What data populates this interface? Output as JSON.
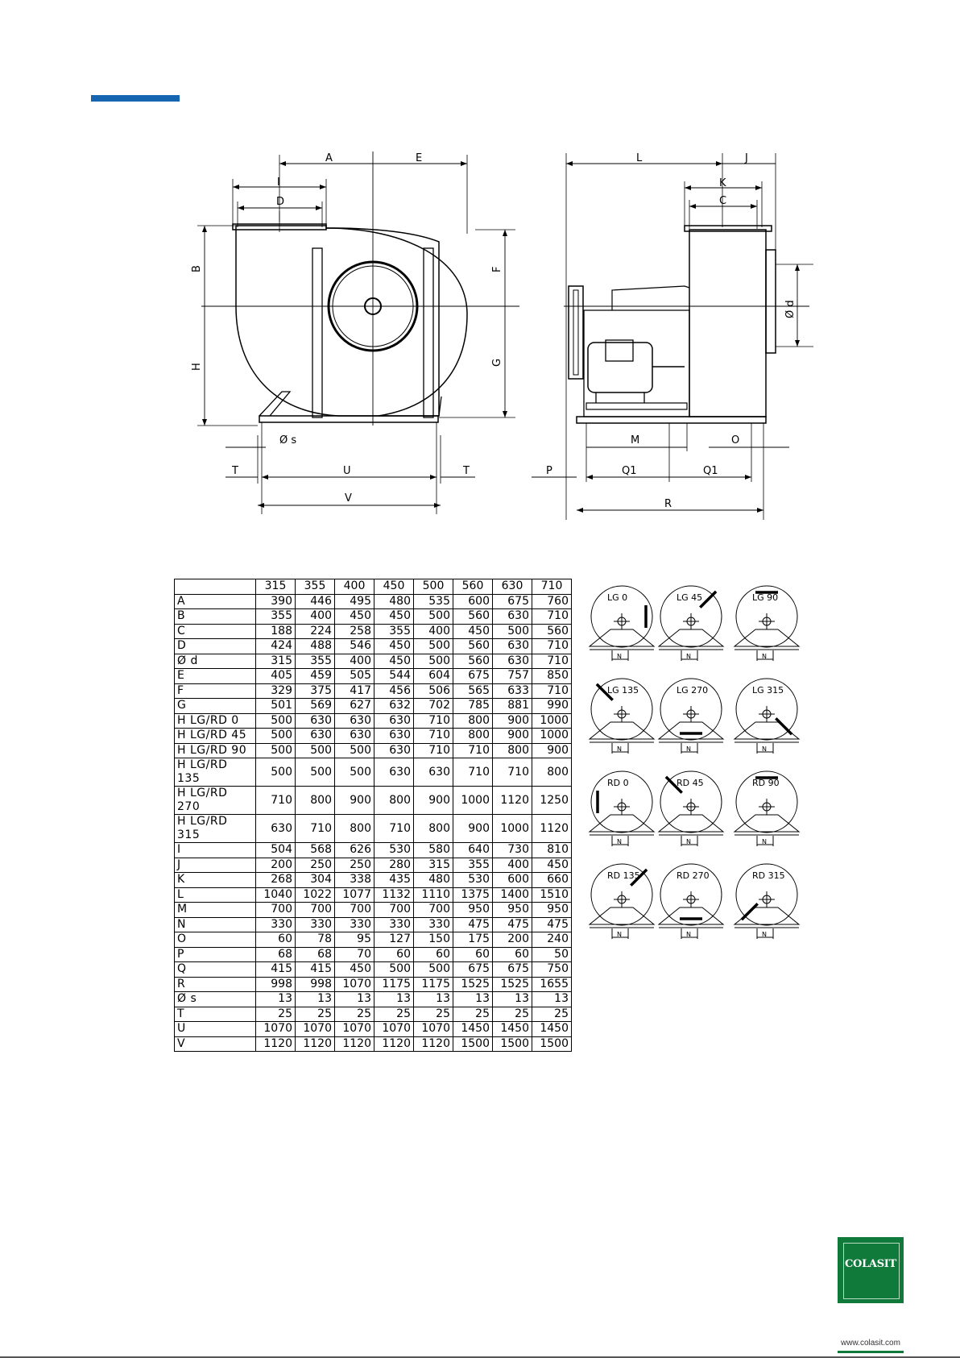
{
  "drawing": {
    "front_labels": {
      "A": "A",
      "E": "E",
      "I": "I",
      "D": "D",
      "B": "B",
      "H": "H",
      "F": "F",
      "G": "G",
      "s": "Ø s",
      "T_left": "T",
      "U": "U",
      "T_right": "T",
      "V": "V"
    },
    "side_labels": {
      "L": "L",
      "J": "J",
      "K": "K",
      "C": "C",
      "d": "Ø d",
      "M": "M",
      "O": "O",
      "P": "P",
      "Q1_left": "Q1",
      "Q1_right": "Q1",
      "R": "R"
    }
  },
  "table": {
    "sizes": [
      "315",
      "355",
      "400",
      "450",
      "500",
      "560",
      "630",
      "710"
    ],
    "rows": [
      {
        "label": "A",
        "values": [
          "390",
          "446",
          "495",
          "480",
          "535",
          "600",
          "675",
          "760"
        ]
      },
      {
        "label": "B",
        "values": [
          "355",
          "400",
          "450",
          "450",
          "500",
          "560",
          "630",
          "710"
        ]
      },
      {
        "label": "C",
        "values": [
          "188",
          "224",
          "258",
          "355",
          "400",
          "450",
          "500",
          "560"
        ]
      },
      {
        "label": "D",
        "values": [
          "424",
          "488",
          "546",
          "450",
          "500",
          "560",
          "630",
          "710"
        ]
      },
      {
        "label": "Ø d",
        "values": [
          "315",
          "355",
          "400",
          "450",
          "500",
          "560",
          "630",
          "710"
        ]
      },
      {
        "label": "E",
        "values": [
          "405",
          "459",
          "505",
          "544",
          "604",
          "675",
          "757",
          "850"
        ]
      },
      {
        "label": "F",
        "values": [
          "329",
          "375",
          "417",
          "456",
          "506",
          "565",
          "633",
          "710"
        ]
      },
      {
        "label": "G",
        "values": [
          "501",
          "569",
          "627",
          "632",
          "702",
          "785",
          "881",
          "990"
        ]
      },
      {
        "label": "H LG/RD 0",
        "values": [
          "500",
          "630",
          "630",
          "630",
          "710",
          "800",
          "900",
          "1000"
        ]
      },
      {
        "label": "H LG/RD 45",
        "values": [
          "500",
          "630",
          "630",
          "630",
          "710",
          "800",
          "900",
          "1000"
        ]
      },
      {
        "label": "H LG/RD 90",
        "values": [
          "500",
          "500",
          "500",
          "630",
          "710",
          "710",
          "800",
          "900"
        ]
      },
      {
        "label": "H LG/RD 135",
        "values": [
          "500",
          "500",
          "500",
          "630",
          "630",
          "710",
          "710",
          "800"
        ]
      },
      {
        "label": "H LG/RD 270",
        "values": [
          "710",
          "800",
          "900",
          "800",
          "900",
          "1000",
          "1120",
          "1250"
        ]
      },
      {
        "label": "H LG/RD 315",
        "values": [
          "630",
          "710",
          "800",
          "710",
          "800",
          "900",
          "1000",
          "1120"
        ]
      },
      {
        "label": "I",
        "values": [
          "504",
          "568",
          "626",
          "530",
          "580",
          "640",
          "730",
          "810"
        ]
      },
      {
        "label": "J",
        "values": [
          "200",
          "250",
          "250",
          "280",
          "315",
          "355",
          "400",
          "450"
        ]
      },
      {
        "label": "K",
        "values": [
          "268",
          "304",
          "338",
          "435",
          "480",
          "530",
          "600",
          "660"
        ]
      },
      {
        "label": "L",
        "values": [
          "1040",
          "1022",
          "1077",
          "1132",
          "1110",
          "1375",
          "1400",
          "1510"
        ]
      },
      {
        "label": "M",
        "values": [
          "700",
          "700",
          "700",
          "700",
          "700",
          "950",
          "950",
          "950"
        ]
      },
      {
        "label": "N",
        "values": [
          "330",
          "330",
          "330",
          "330",
          "330",
          "475",
          "475",
          "475"
        ]
      },
      {
        "label": "O",
        "values": [
          "60",
          "78",
          "95",
          "127",
          "150",
          "175",
          "200",
          "240"
        ]
      },
      {
        "label": "P",
        "values": [
          "68",
          "68",
          "70",
          "60",
          "60",
          "60",
          "60",
          "50"
        ]
      },
      {
        "label": "Q",
        "values": [
          "415",
          "415",
          "450",
          "500",
          "500",
          "675",
          "675",
          "750"
        ]
      },
      {
        "label": "R",
        "values": [
          "998",
          "998",
          "1070",
          "1175",
          "1175",
          "1525",
          "1525",
          "1655"
        ]
      },
      {
        "label": "Ø s",
        "values": [
          "13",
          "13",
          "13",
          "13",
          "13",
          "13",
          "13",
          "13"
        ]
      },
      {
        "label": "T",
        "values": [
          "25",
          "25",
          "25",
          "25",
          "25",
          "25",
          "25",
          "25"
        ]
      },
      {
        "label": "U",
        "values": [
          "1070",
          "1070",
          "1070",
          "1070",
          "1070",
          "1450",
          "1450",
          "1450"
        ]
      },
      {
        "label": "V",
        "values": [
          "1120",
          "1120",
          "1120",
          "1120",
          "1120",
          "1500",
          "1500",
          "1500"
        ]
      }
    ]
  },
  "orientations": [
    {
      "label": "LG 0",
      "outlet_angle": 0,
      "side": "LG",
      "n_label": "N"
    },
    {
      "label": "LG 45",
      "outlet_angle": 45,
      "side": "LG",
      "n_label": "N"
    },
    {
      "label": "LG 90",
      "outlet_angle": 90,
      "side": "LG",
      "n_label": "N"
    },
    {
      "label": "LG 135",
      "outlet_angle": 135,
      "side": "LG",
      "n_label": "N"
    },
    {
      "label": "LG 270",
      "outlet_angle": 270,
      "side": "LG",
      "n_label": "N"
    },
    {
      "label": "LG 315",
      "outlet_angle": 315,
      "side": "LG",
      "n_label": "N"
    },
    {
      "label": "RD 0",
      "outlet_angle": 0,
      "side": "RD",
      "n_label": "N"
    },
    {
      "label": "RD 45",
      "outlet_angle": 45,
      "side": "RD",
      "n_label": "N"
    },
    {
      "label": "RD 90",
      "outlet_angle": 90,
      "side": "RD",
      "n_label": "N"
    },
    {
      "label": "RD 135",
      "outlet_angle": 135,
      "side": "RD",
      "n_label": "N"
    },
    {
      "label": "RD 270",
      "outlet_angle": 270,
      "side": "RD",
      "n_label": "N"
    },
    {
      "label": "RD 315",
      "outlet_angle": 315,
      "side": "RD",
      "n_label": "N"
    }
  ],
  "logo": {
    "text": "COLASIT",
    "url": "www.colasit.com"
  },
  "colors": {
    "accent": "#1565b0",
    "brand_green": "#0f7a3a"
  }
}
